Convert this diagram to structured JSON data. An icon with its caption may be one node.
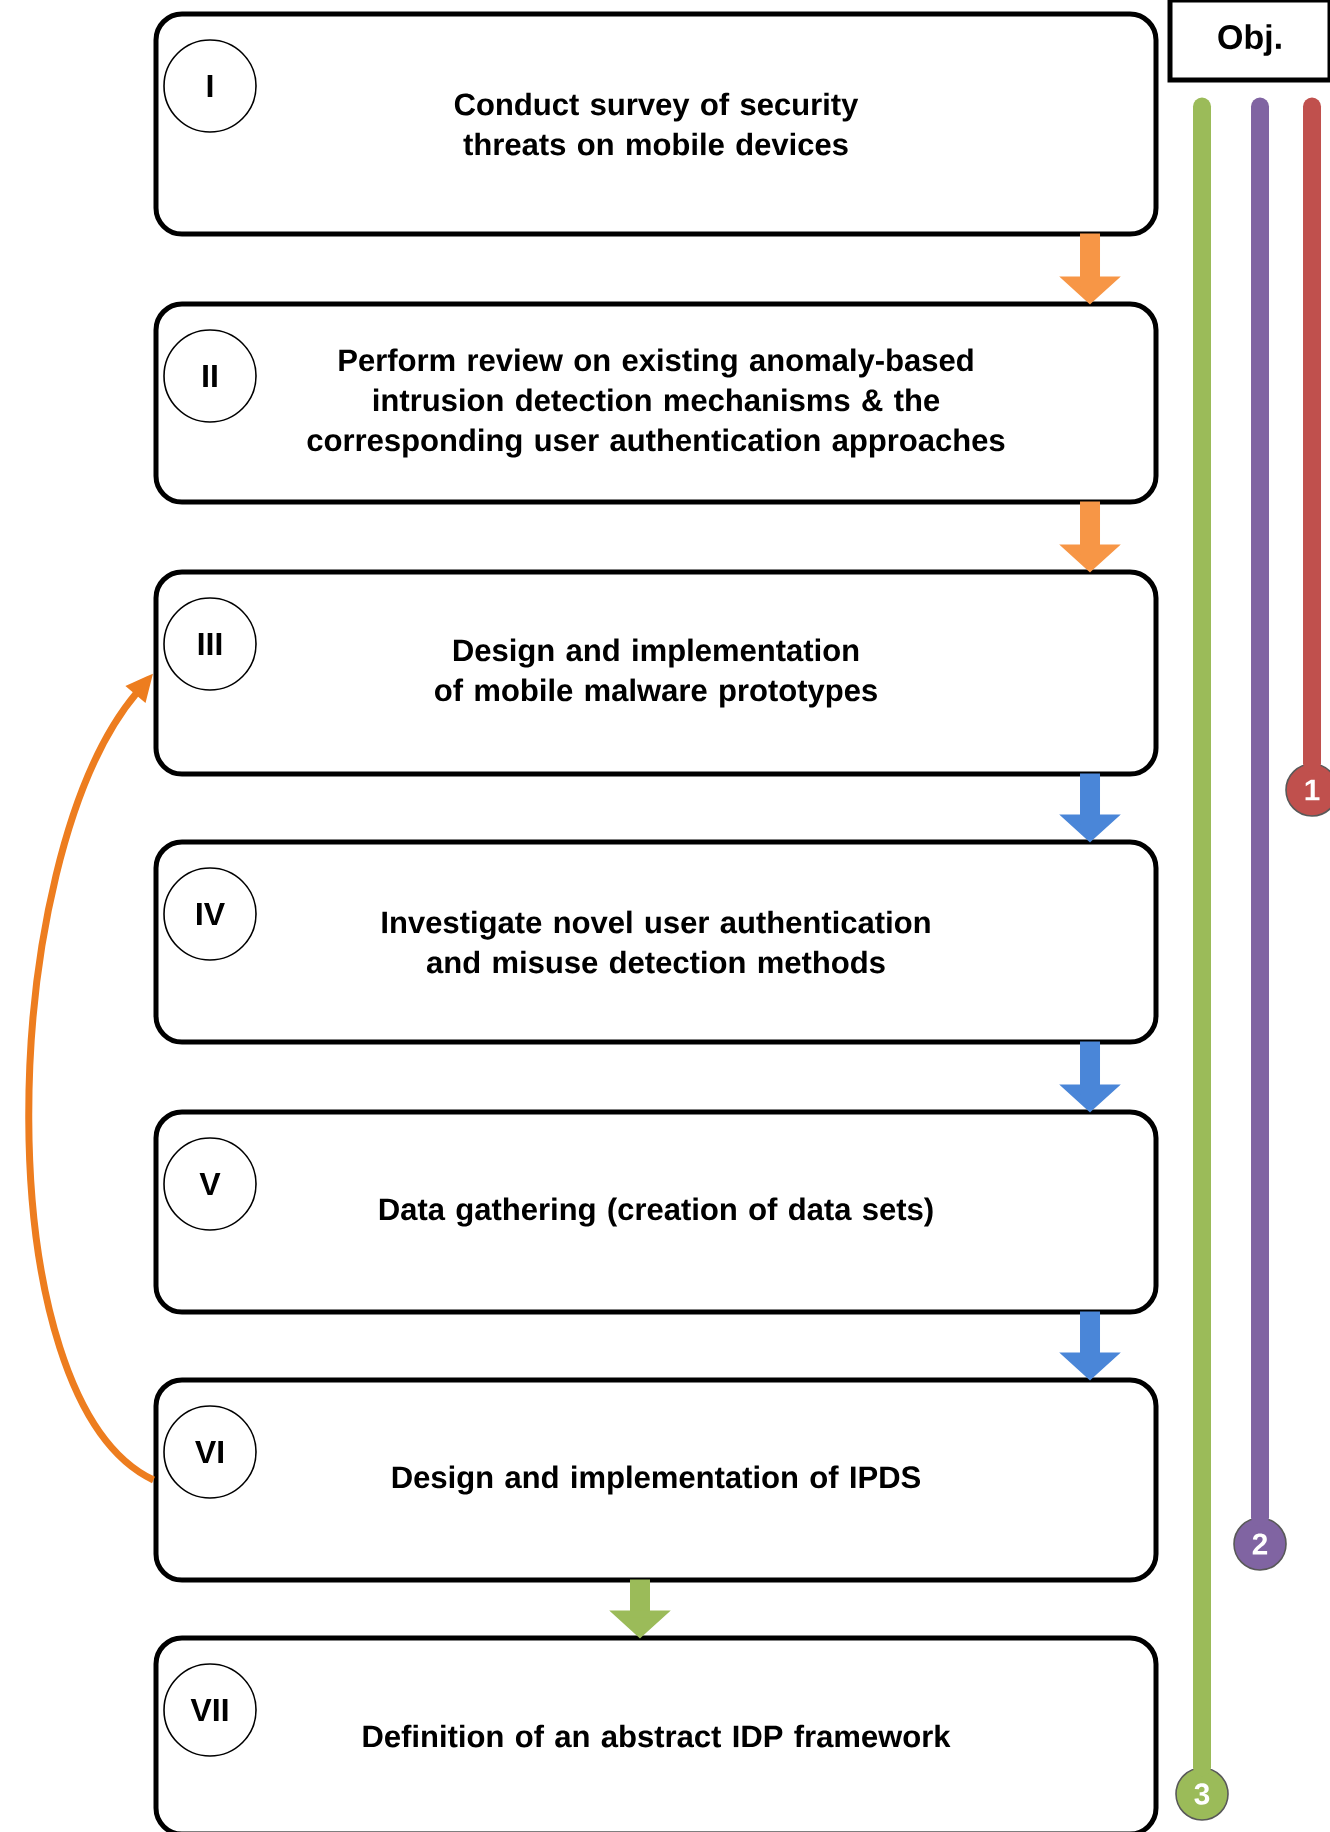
{
  "diagram": {
    "nodes": [
      {
        "text": [
          "Conduct survey of security threats on mobile devices"
        ]
      },
      {
        "text": [
          "I"
        ],
        "in": 0
      },
      {
        "text": [
          "Perform review on existing anomaly-based intrusion detection mechanisms & the corresponding user authentication approaches"
        ]
      },
      {
        "text": [
          "II"
        ],
        "in": 2
      },
      {
        "text": [
          "Design and implementation of mobile malware prototypes"
        ]
      },
      {
        "text": [
          "III"
        ],
        "in": 4
      },
      {
        "text": [
          "Investigate novel user authentication and misuse detection methods"
        ]
      },
      {
        "text": [
          "IV"
        ],
        "in": 6
      },
      {
        "text": [
          "Data gathering (creation of data sets)"
        ]
      },
      {
        "text": [
          "V"
        ],
        "in": 8
      },
      {
        "text": [
          "Design and implementation of IPDS"
        ]
      },
      {
        "text": [
          "VI"
        ],
        "in": 10
      },
      {
        "text": [
          "Definition of an abstract IDP framework"
        ]
      },
      {
        "text": [
          "VII"
        ],
        "in": 12
      },
      {
        "text": [
          "Obj."
        ]
      },
      {
        "text": [
          "1"
        ]
      },
      {
        "text": [
          "2"
        ]
      },
      {
        "text": [
          "3"
        ]
      }
    ],
    "edges": [
      {
        "from": 0,
        "to": 2,
        "arrow": "to",
        "color": "#f79646"
      },
      {
        "from": 2,
        "to": 4,
        "arrow": "to",
        "color": "#f79646"
      },
      {
        "from": 4,
        "to": 6,
        "arrow": "to",
        "color": "#4a86d8"
      },
      {
        "from": 6,
        "to": 8,
        "arrow": "to",
        "color": "#4a86d8"
      },
      {
        "from": 8,
        "to": 10,
        "arrow": "to",
        "color": "#4a86d8"
      },
      {
        "from": 10,
        "to": 12,
        "arrow": "to",
        "color": "#9bbb59"
      },
      {
        "from": 10,
        "to": 4,
        "arrow": "to",
        "color": "#ed7d1f"
      },
      {
        "from": 14,
        "to": 15,
        "arrow": "none",
        "color": "#c0504d"
      },
      {
        "from": 14,
        "to": 16,
        "arrow": "none",
        "color": "#8064a2"
      },
      {
        "from": 14,
        "to": 17,
        "arrow": "none",
        "color": "#9bbb59"
      }
    ]
  }
}
